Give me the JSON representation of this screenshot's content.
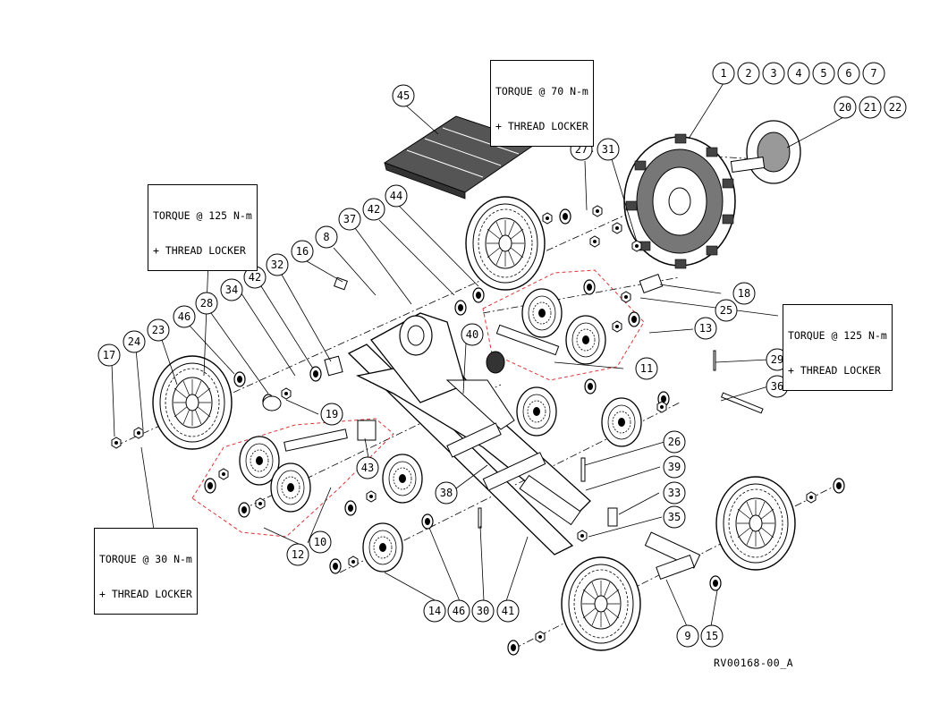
{
  "notes": [
    {
      "id": "note-torque-70",
      "line1": "TORQUE @ 70 N-m",
      "line2": "+ THREAD LOCKER"
    },
    {
      "id": "note-torque-125-left",
      "line1": "TORQUE @ 125 N-m",
      "line2": "+ THREAD LOCKER"
    },
    {
      "id": "note-torque-125-right",
      "line1": "TORQUE @ 125 N-m",
      "line2": "+ THREAD LOCKER"
    },
    {
      "id": "note-torque-30",
      "line1": "TORQUE @ 30 N-m",
      "line2": "+ THREAD LOCKER"
    }
  ],
  "drawing_id": "RV00168-00_A",
  "balloons": [
    "1",
    "2",
    "3",
    "4",
    "5",
    "6",
    "7",
    "8",
    "9",
    "10",
    "11",
    "12",
    "13",
    "14",
    "15",
    "16",
    "17",
    "18",
    "19",
    "20",
    "21",
    "22",
    "23",
    "24",
    "25",
    "26",
    "27",
    "28",
    "29",
    "30",
    "31",
    "32",
    "33",
    "34",
    "35",
    "36",
    "37",
    "38",
    "39",
    "40",
    "41",
    "42",
    "43",
    "44",
    "45",
    "46"
  ]
}
